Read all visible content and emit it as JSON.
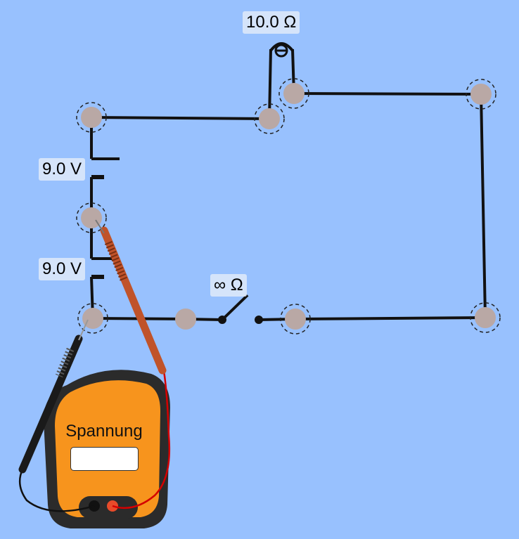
{
  "circuit": {
    "resistor_label": "10.0 Ω",
    "battery_top_label": "9.0 V",
    "battery_bottom_label": "9.0 V",
    "switch_label": "∞ Ω"
  },
  "voltmeter": {
    "mode_label": "Spannung",
    "reading": ""
  },
  "colors": {
    "background": "#98c1fe",
    "wire": "#111111",
    "vertex": "#b9a8a5",
    "meter_body": "#f7941d",
    "red_probe": "#c0532a",
    "black_probe": "#1a1a1a"
  }
}
